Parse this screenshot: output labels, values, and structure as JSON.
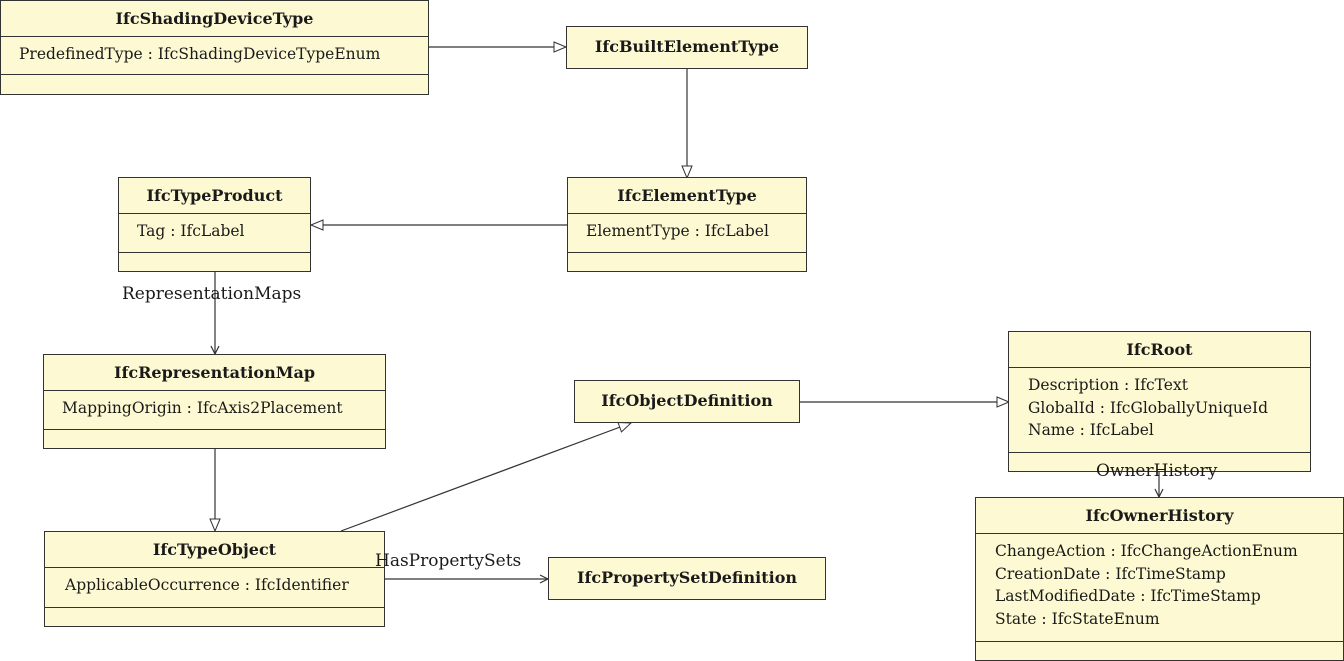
{
  "classes": {
    "shading": {
      "name": "IfcShadingDeviceType",
      "attributes": [
        "PredefinedType : IfcShadingDeviceTypeEnum"
      ]
    },
    "built": {
      "name": "IfcBuiltElementType"
    },
    "typeproduct": {
      "name": "IfcTypeProduct",
      "attributes": [
        "Tag : IfcLabel"
      ]
    },
    "elementtype": {
      "name": "IfcElementType",
      "attributes": [
        "ElementType : IfcLabel"
      ]
    },
    "repmap": {
      "name": "IfcRepresentationMap",
      "attributes": [
        "MappingOrigin : IfcAxis2Placement"
      ]
    },
    "objdef": {
      "name": "IfcObjectDefinition"
    },
    "root": {
      "name": "IfcRoot",
      "attributes": [
        "Description : IfcText",
        "GlobalId : IfcGloballyUniqueId",
        "Name : IfcLabel"
      ]
    },
    "typeobject": {
      "name": "IfcTypeObject",
      "attributes": [
        "ApplicableOccurrence : IfcIdentifier"
      ]
    },
    "psetdef": {
      "name": "IfcPropertySetDefinition"
    },
    "ownerhistory": {
      "name": "IfcOwnerHistory",
      "attributes": [
        "ChangeAction : IfcChangeActionEnum",
        "CreationDate : IfcTimeStamp",
        "LastModifiedDate : IfcTimeStamp",
        "State : IfcStateEnum"
      ]
    }
  },
  "associations": {
    "representation_maps": "RepresentationMaps",
    "has_property_sets": "HasPropertySets",
    "owner_history": "OwnerHistory"
  }
}
